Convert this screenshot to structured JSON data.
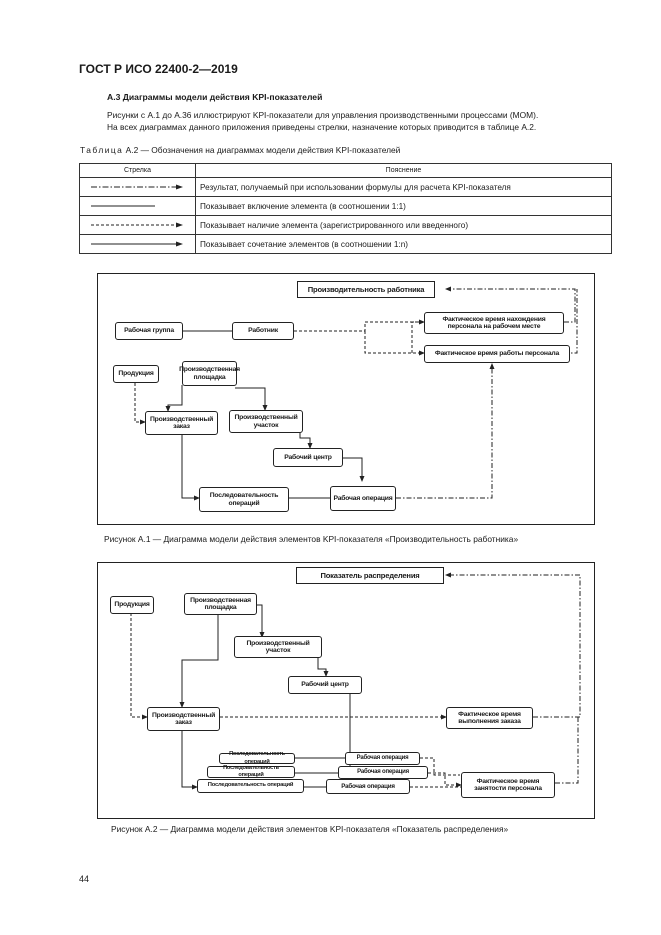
{
  "header": "ГОСТ Р ИСО 22400-2—2019",
  "section_title": "А.3 Диаграммы модели действия KPI-показателей",
  "paragraph": [
    "Рисунки с А.1 до А.36 иллюстрируют KPI-показатели для управления производственными процессами (МОМ).",
    "На всех диаграммах данного приложения приведены стрелки, назначение которых приводится в таблице А.2."
  ],
  "table_caption_prefix": "Таблица",
  "table_caption_rest": " А.2 — Обозначения на диаграммах модели действия KPI-показателей",
  "table": {
    "col_arrow": "Стрелка",
    "col_explanation": "Пояснение",
    "rows": [
      {
        "style": "dash-dot-arrow",
        "text": "Результат, получаемый при использовании формулы для расчета KPI-показателя"
      },
      {
        "style": "solid-line",
        "text": "Показывает включение элемента (в соотношении 1:1)"
      },
      {
        "style": "dashed-arrow",
        "text": "Показывает наличие элемента (зарегистрированного или введенного)"
      },
      {
        "style": "solid-arrow",
        "text": "Показывает сочетание элементов (в соотношении 1:n)"
      }
    ]
  },
  "figure1": {
    "kpi": "Производительность работника",
    "work_group": "Рабочая группа",
    "worker": "Работник",
    "actual_time_non_work": "Фактическое время нахождения персонала на рабочем месте",
    "actual_time_work": "Фактическое время работы персонала",
    "product": "Продукция",
    "production_area": "Производственная площадка",
    "production_order": "Производственный заказ",
    "production_unit": "Производственный участок",
    "work_center": "Рабочий центр",
    "operation_sequence": "Последовательность операций",
    "work_operation": "Рабочая операция",
    "caption": "Рисунок А.1 — Диаграмма модели действия элементов KPI-показателя «Производительность работника»"
  },
  "figure2": {
    "kpi": "Показатель распределения",
    "product": "Продукция",
    "production_area": "Производственная площадка",
    "production_unit": "Производственный участок",
    "work_center": "Рабочий центр",
    "production_order": "Производственный заказ",
    "actual_order_time": "Фактическое время выполнения заказа",
    "op_seq_1": "Последовательность операций",
    "op_seq_2": "Последовательность операций",
    "op_seq_3": "Последовательность операций",
    "work_op_1": "Рабочая операция",
    "work_op_2": "Рабочая операция",
    "work_op_3": "Рабочая операция",
    "actual_staff_time": "Фактическое время занятости персонала",
    "caption": "Рисунок А.2 — Диаграмма модели действия элементов KPI-показателя «Показатель распределения»"
  },
  "page_number": "44"
}
